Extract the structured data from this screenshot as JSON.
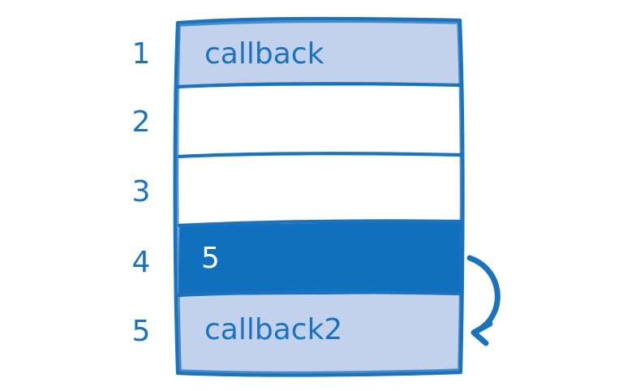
{
  "diagram": {
    "title": "callback-stack-diagram",
    "background": "#ffffff",
    "stroke_color": "#1b72bd",
    "fill_light": "#c3d2ec",
    "fill_dark": "#1070bd",
    "text_on_dark": "#ffffff",
    "row_indices": [
      "1",
      "2",
      "3",
      "4",
      "5"
    ],
    "rows": [
      {
        "index": "1",
        "label": "callback",
        "fill": "light",
        "text_color": "#1b72bd"
      },
      {
        "index": "2",
        "label": "",
        "fill": "empty",
        "text_color": "#1b72bd"
      },
      {
        "index": "3",
        "label": "",
        "fill": "empty",
        "text_color": "#1b72bd"
      },
      {
        "index": "4",
        "label": "5",
        "fill": "dark",
        "text_color": "#ffffff"
      },
      {
        "index": "5",
        "label": "callback2",
        "fill": "light",
        "text_color": "#1b72bd"
      }
    ],
    "annotations": [
      {
        "name": "curved-arrow",
        "from_row": "4",
        "to_row": "5",
        "direction": "down-left"
      }
    ]
  }
}
